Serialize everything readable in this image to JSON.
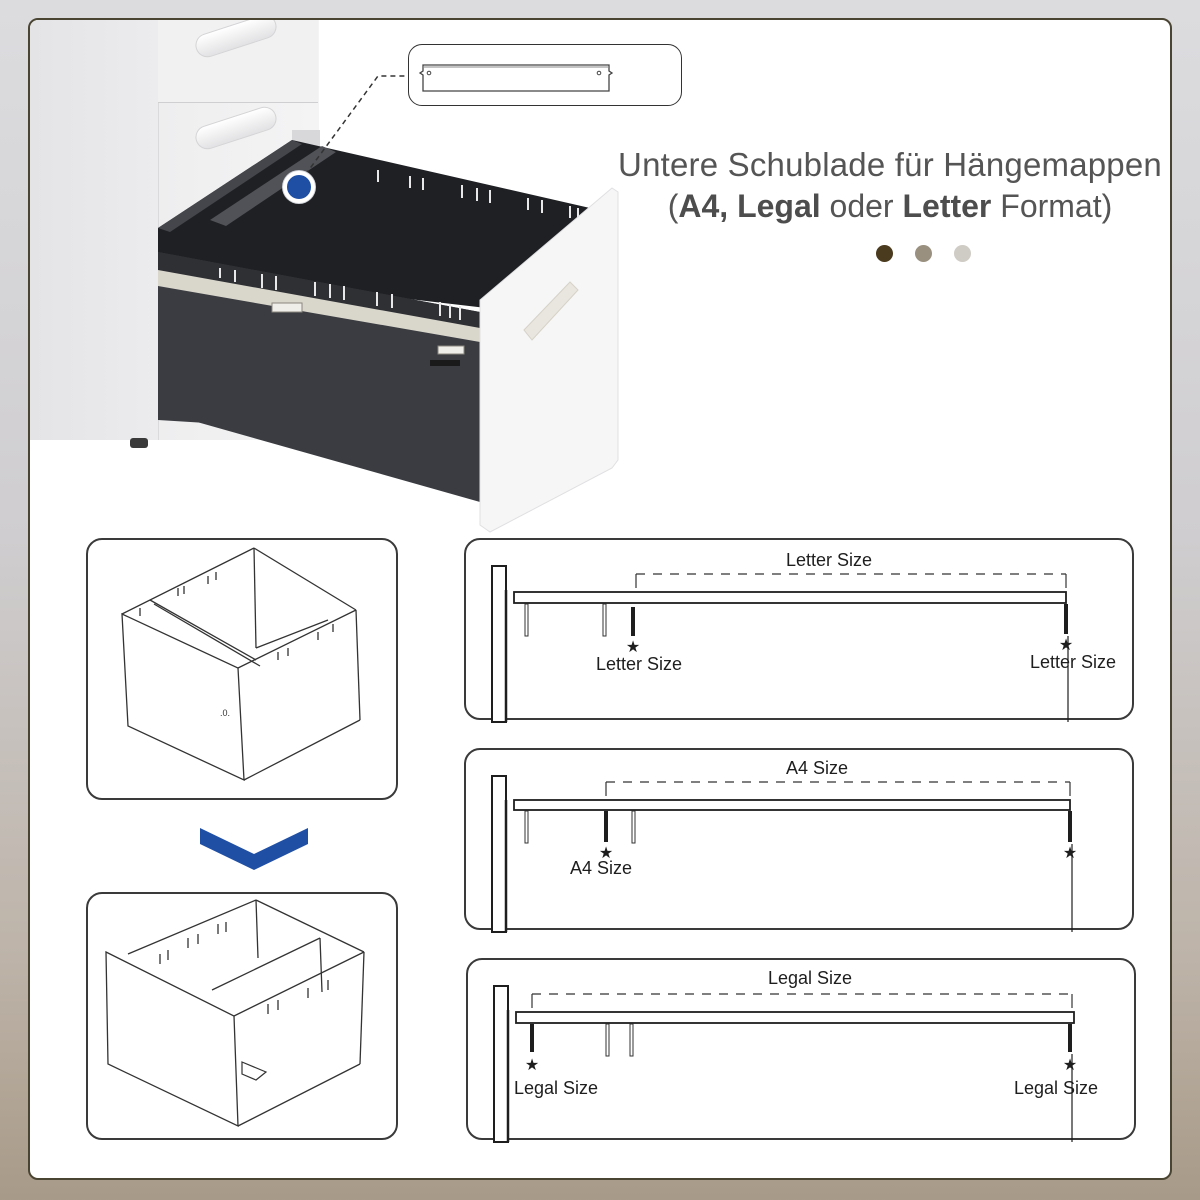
{
  "heading": {
    "line1": "Untere Schublade für Hängemappen",
    "line2_open": "(",
    "line2_bold1": "A4, Legal",
    "line2_mid": " oder ",
    "line2_bold2": "Letter",
    "line2_end": " Format)"
  },
  "pagination_dots": [
    {
      "color": "#4a3a1e",
      "active": true
    },
    {
      "color": "#9a907f",
      "active": false
    },
    {
      "color": "#cfcbc5",
      "active": false
    }
  ],
  "colors": {
    "frame_border": "#4a4433",
    "accent_blue": "#1f4fa5",
    "drawer_dark": "#3b3d42",
    "diagram_line": "#1e1e1e"
  },
  "photo": {
    "marker_icon": "blue-dot-marker",
    "callout": "hanging-rail-inset"
  },
  "diagrams": {
    "letter": {
      "top_label": "Letter Size",
      "left_label": "Letter Size",
      "right_label": "Letter Size"
    },
    "a4": {
      "top_label": "A4 Size",
      "left_label": "A4 Size",
      "right_label": ""
    },
    "legal": {
      "top_label": "Legal Size",
      "left_label": "Legal Size",
      "right_label": "Legal Size"
    }
  },
  "drawings": {
    "before": "drawer-divider-front",
    "arrow": "chevron-down",
    "after": "drawer-divider-back"
  }
}
